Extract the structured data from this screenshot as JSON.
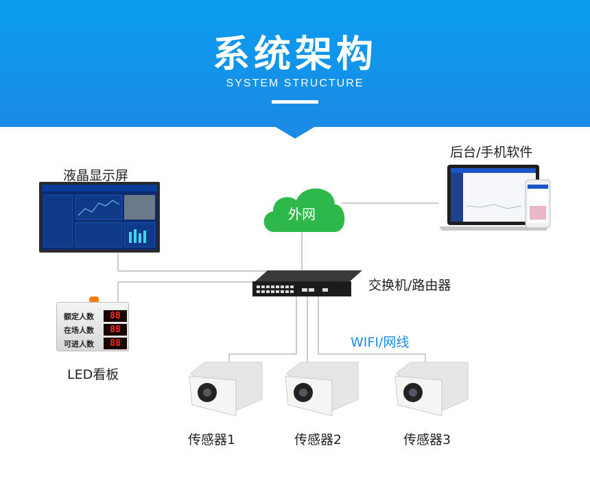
{
  "header": {
    "title": "系统架构",
    "subtitle": "SYSTEM STRUCTURE"
  },
  "nodes": {
    "lcd_display": "液晶显示屏",
    "backend_mobile": "后台/手机软件",
    "internet": "外网",
    "switch_router": "交换机/路由器",
    "led_board": "LED看板",
    "wifi_cable": "WIFI/网线",
    "sensor1": "传感器1",
    "sensor2": "传感器2",
    "sensor3": "传感器3"
  },
  "led_rows": [
    {
      "label": "额定人数",
      "value": "88"
    },
    {
      "label": "在场人数",
      "value": "88"
    },
    {
      "label": "可进人数",
      "value": "88"
    }
  ],
  "colors": {
    "header_blue": "#1a8be6",
    "cloud_green": "#2eb84a",
    "wifi_blue": "#1a8be6"
  }
}
